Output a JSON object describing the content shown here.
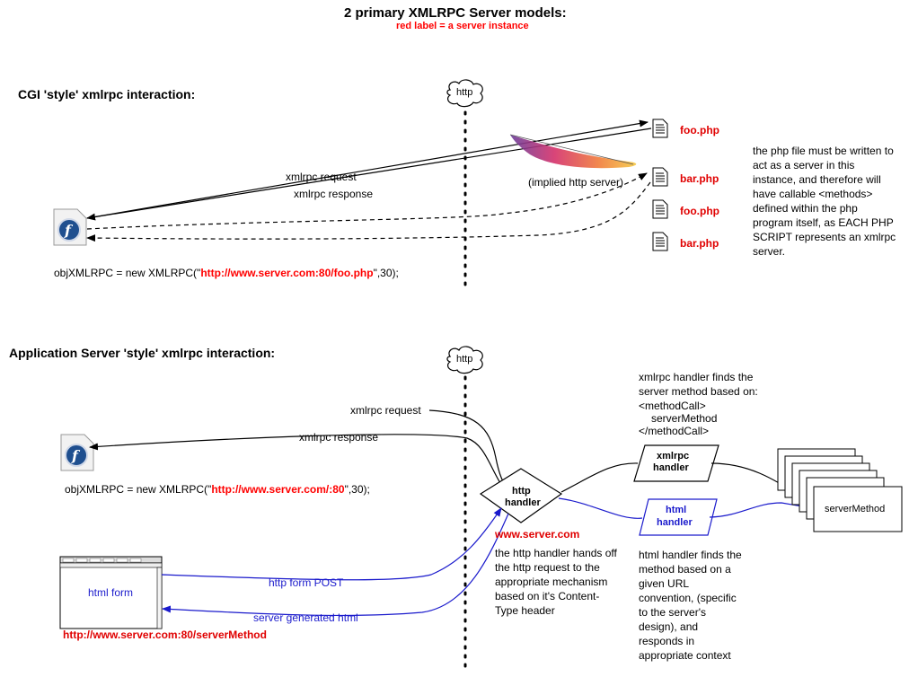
{
  "title": "2 primary XMLRPC Server models:",
  "subtitle": "red label = a server instance",
  "cgi": {
    "heading": "CGI 'style' xmlrpc interaction:",
    "cloud": "http",
    "request": "xmlrpc request",
    "response": "xmlrpc response",
    "implied": "(implied http server)",
    "files": [
      "foo.php",
      "bar.php",
      "foo.php",
      "bar.php"
    ],
    "code_prefix": "objXMLRPC = new XMLRPC(\"",
    "code_url": "http://www.server.com:80/foo.php",
    "code_suffix": "\",30);",
    "note": "the php file must be written to act as a server in this instance, and therefore will have callable <methods> defined within the php program itself, as EACH PHP SCRIPT represents an xmlrpc server."
  },
  "app": {
    "heading": "Application Server 'style' xmlrpc interaction:",
    "cloud": "http",
    "request": "xmlrpc request",
    "response": "xmlrpc response",
    "code_prefix": "objXMLRPC = new XMLRPC(\"",
    "code_url": "http://www.server.com/:80",
    "code_suffix": "\",30);",
    "http_handler": [
      "http",
      "handler"
    ],
    "server_name": "www.server.com",
    "http_handler_note": "the http handler hands off the http request to the appropriate mechanism based on it's Content-Type header",
    "xmlrpc_handler": [
      "xmlrpc",
      "handler"
    ],
    "xmlrpc_note": [
      "xmlrpc handler finds the",
      "server method based on:",
      "<methodCall>",
      "serverMethod",
      "</methodCall>"
    ],
    "html_handler": [
      "html",
      "handler"
    ],
    "html_note": "html handler finds the method based on a given URL convention, (specific to the server's design), and responds in appropriate context",
    "server_method": "serverMethod",
    "html_form": "html form",
    "form_post": "http form POST",
    "server_html": "server generated html",
    "form_url": "http://www.server.com:80/serverMethod"
  },
  "colors": {
    "red": "#ff0000",
    "blue": "#1a1acc"
  },
  "icons": [
    "flash-icon",
    "php-file-icon",
    "apache-feather-icon",
    "cloud-icon",
    "browser-window-icon"
  ]
}
